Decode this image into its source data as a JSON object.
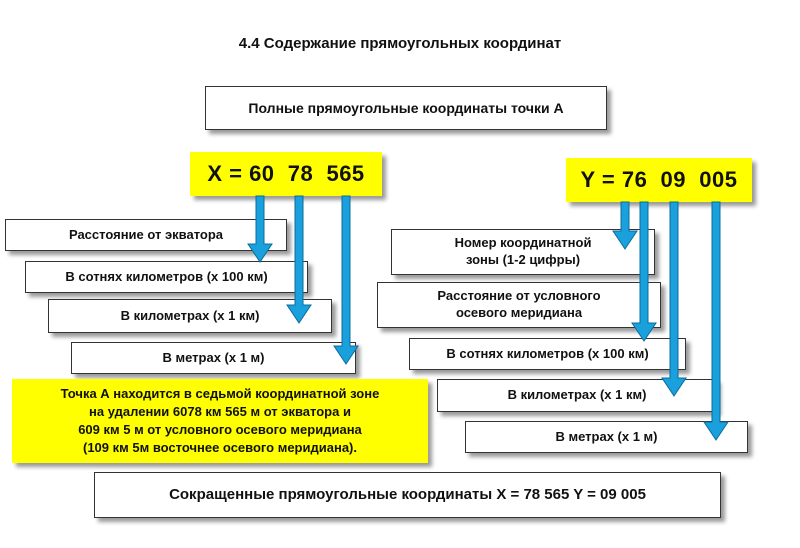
{
  "title": "4.4 Содержание прямоугольных координат",
  "full_coords_label": "Полные прямоугольные координаты точки А",
  "x_coord": "X = 60  78  565",
  "y_coord": "Y = 76  09  005",
  "x_parts": [
    "Расстояние от экватора",
    "В сотнях километров (х 100 км)",
    "В километрах (х 1 км)",
    "В метрах (х 1 м)"
  ],
  "y_parts": [
    "Номер координатной\nзоны (1-2 цифры)",
    "Расстояние от условного\nосевого меридиана",
    "В сотнях километров (х 100 км)",
    "В километрах (х 1 км)",
    "В метрах (х 1 м)"
  ],
  "note_lines": [
    "Точка А находится в седьмой координатной зоне",
    "на удалении 6078 км 565 м от экватора и",
    "609 км 5 м от условного осевого меридиана",
    "(109 км 5м  восточнее осевого меридиана)."
  ],
  "short_coords": "Сокращенные  прямоугольные координаты  X = 78 565   Y = 09 005",
  "colors": {
    "arrow": "#1aa0dc",
    "arrow_edge": "#0b6c9a",
    "highlight": "#ffff00"
  }
}
